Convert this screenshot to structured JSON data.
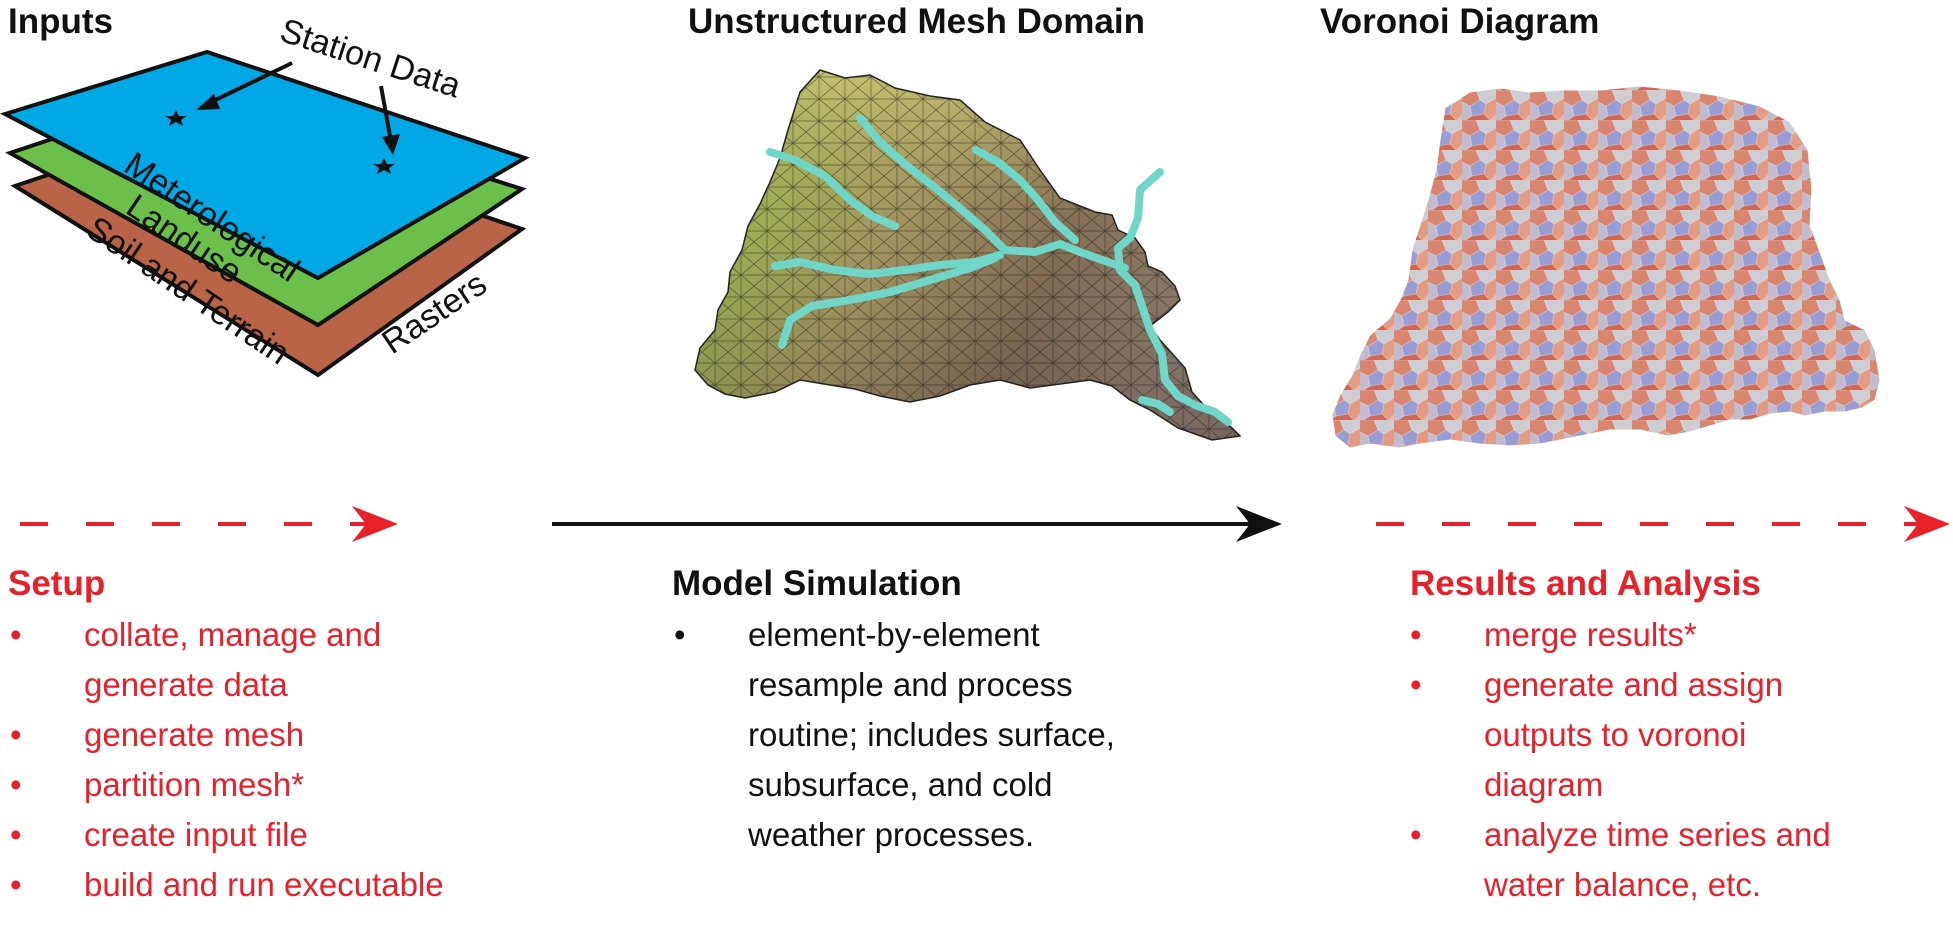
{
  "titles": {
    "inputs": "Inputs",
    "mesh": "Unstructured Mesh Domain",
    "voronoi": "Voronoi Diagram"
  },
  "inputs_figure": {
    "station_label": "Station Data",
    "layers": [
      "Meterological",
      "Landuse",
      "Soil and Terrain"
    ],
    "rasters_label": "Rasters",
    "colors": {
      "meteorological": "#00a8e6",
      "landuse": "#6cbf4a",
      "soil": "#b96447",
      "arrow_red": "#e8202a"
    }
  },
  "setup": {
    "title": "Setup",
    "items": [
      [
        "collate, manage and",
        "generate data"
      ],
      [
        "generate mesh"
      ],
      [
        "partition mesh*"
      ],
      [
        "create input file"
      ],
      [
        "build and run executable"
      ]
    ]
  },
  "simulation": {
    "title": "Model Simulation",
    "items": [
      [
        "element-by-element",
        "resample and process",
        "routine; includes surface,",
        "subsurface, and cold",
        "weather processes."
      ]
    ]
  },
  "results": {
    "title": "Results and Analysis",
    "items": [
      [
        "merge results*"
      ],
      [
        "generate and assign",
        "outputs to voronoi",
        "diagram"
      ],
      [
        "analyze time series and",
        "water balance, etc."
      ]
    ]
  },
  "bullet": "•"
}
